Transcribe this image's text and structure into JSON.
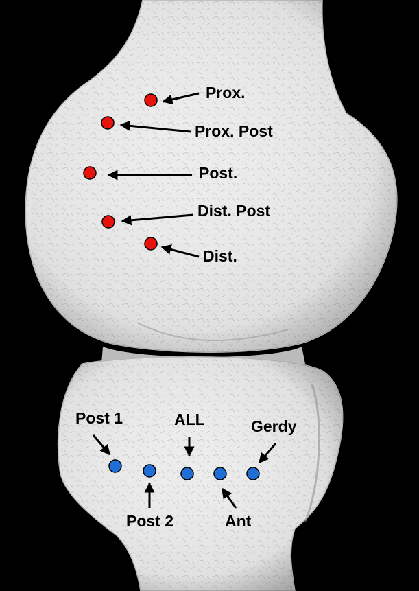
{
  "figure": {
    "background_color": "#000000",
    "bone_color": "#eeeeee",
    "femur_marker_color": "#e8120c",
    "tibia_marker_color": "#1f6fd6",
    "femur_labels": [
      "Prox.",
      "Prox. Post",
      "Post.",
      "Dist. Post",
      "Dist."
    ],
    "tibia_labels": [
      "Post 1",
      "Post 2",
      "ALL",
      "Ant",
      "Gerdy"
    ]
  }
}
